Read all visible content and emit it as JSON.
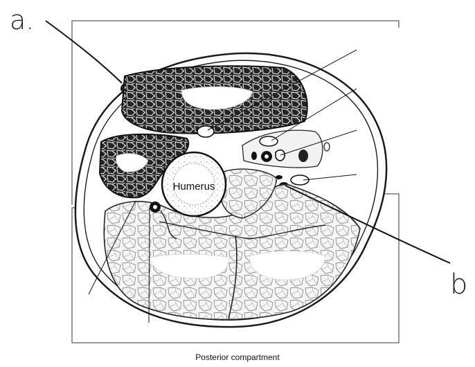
{
  "diagram": {
    "bone_label": "Humerus",
    "caption": "Posterior compartment",
    "handwritten_labels": {
      "a": "a.",
      "b": "b"
    }
  },
  "colors": {
    "ink": "#141414",
    "muscle_dark": "#2a2a2a",
    "muscle_light": "#f3f3f3",
    "background": "#ffffff"
  }
}
